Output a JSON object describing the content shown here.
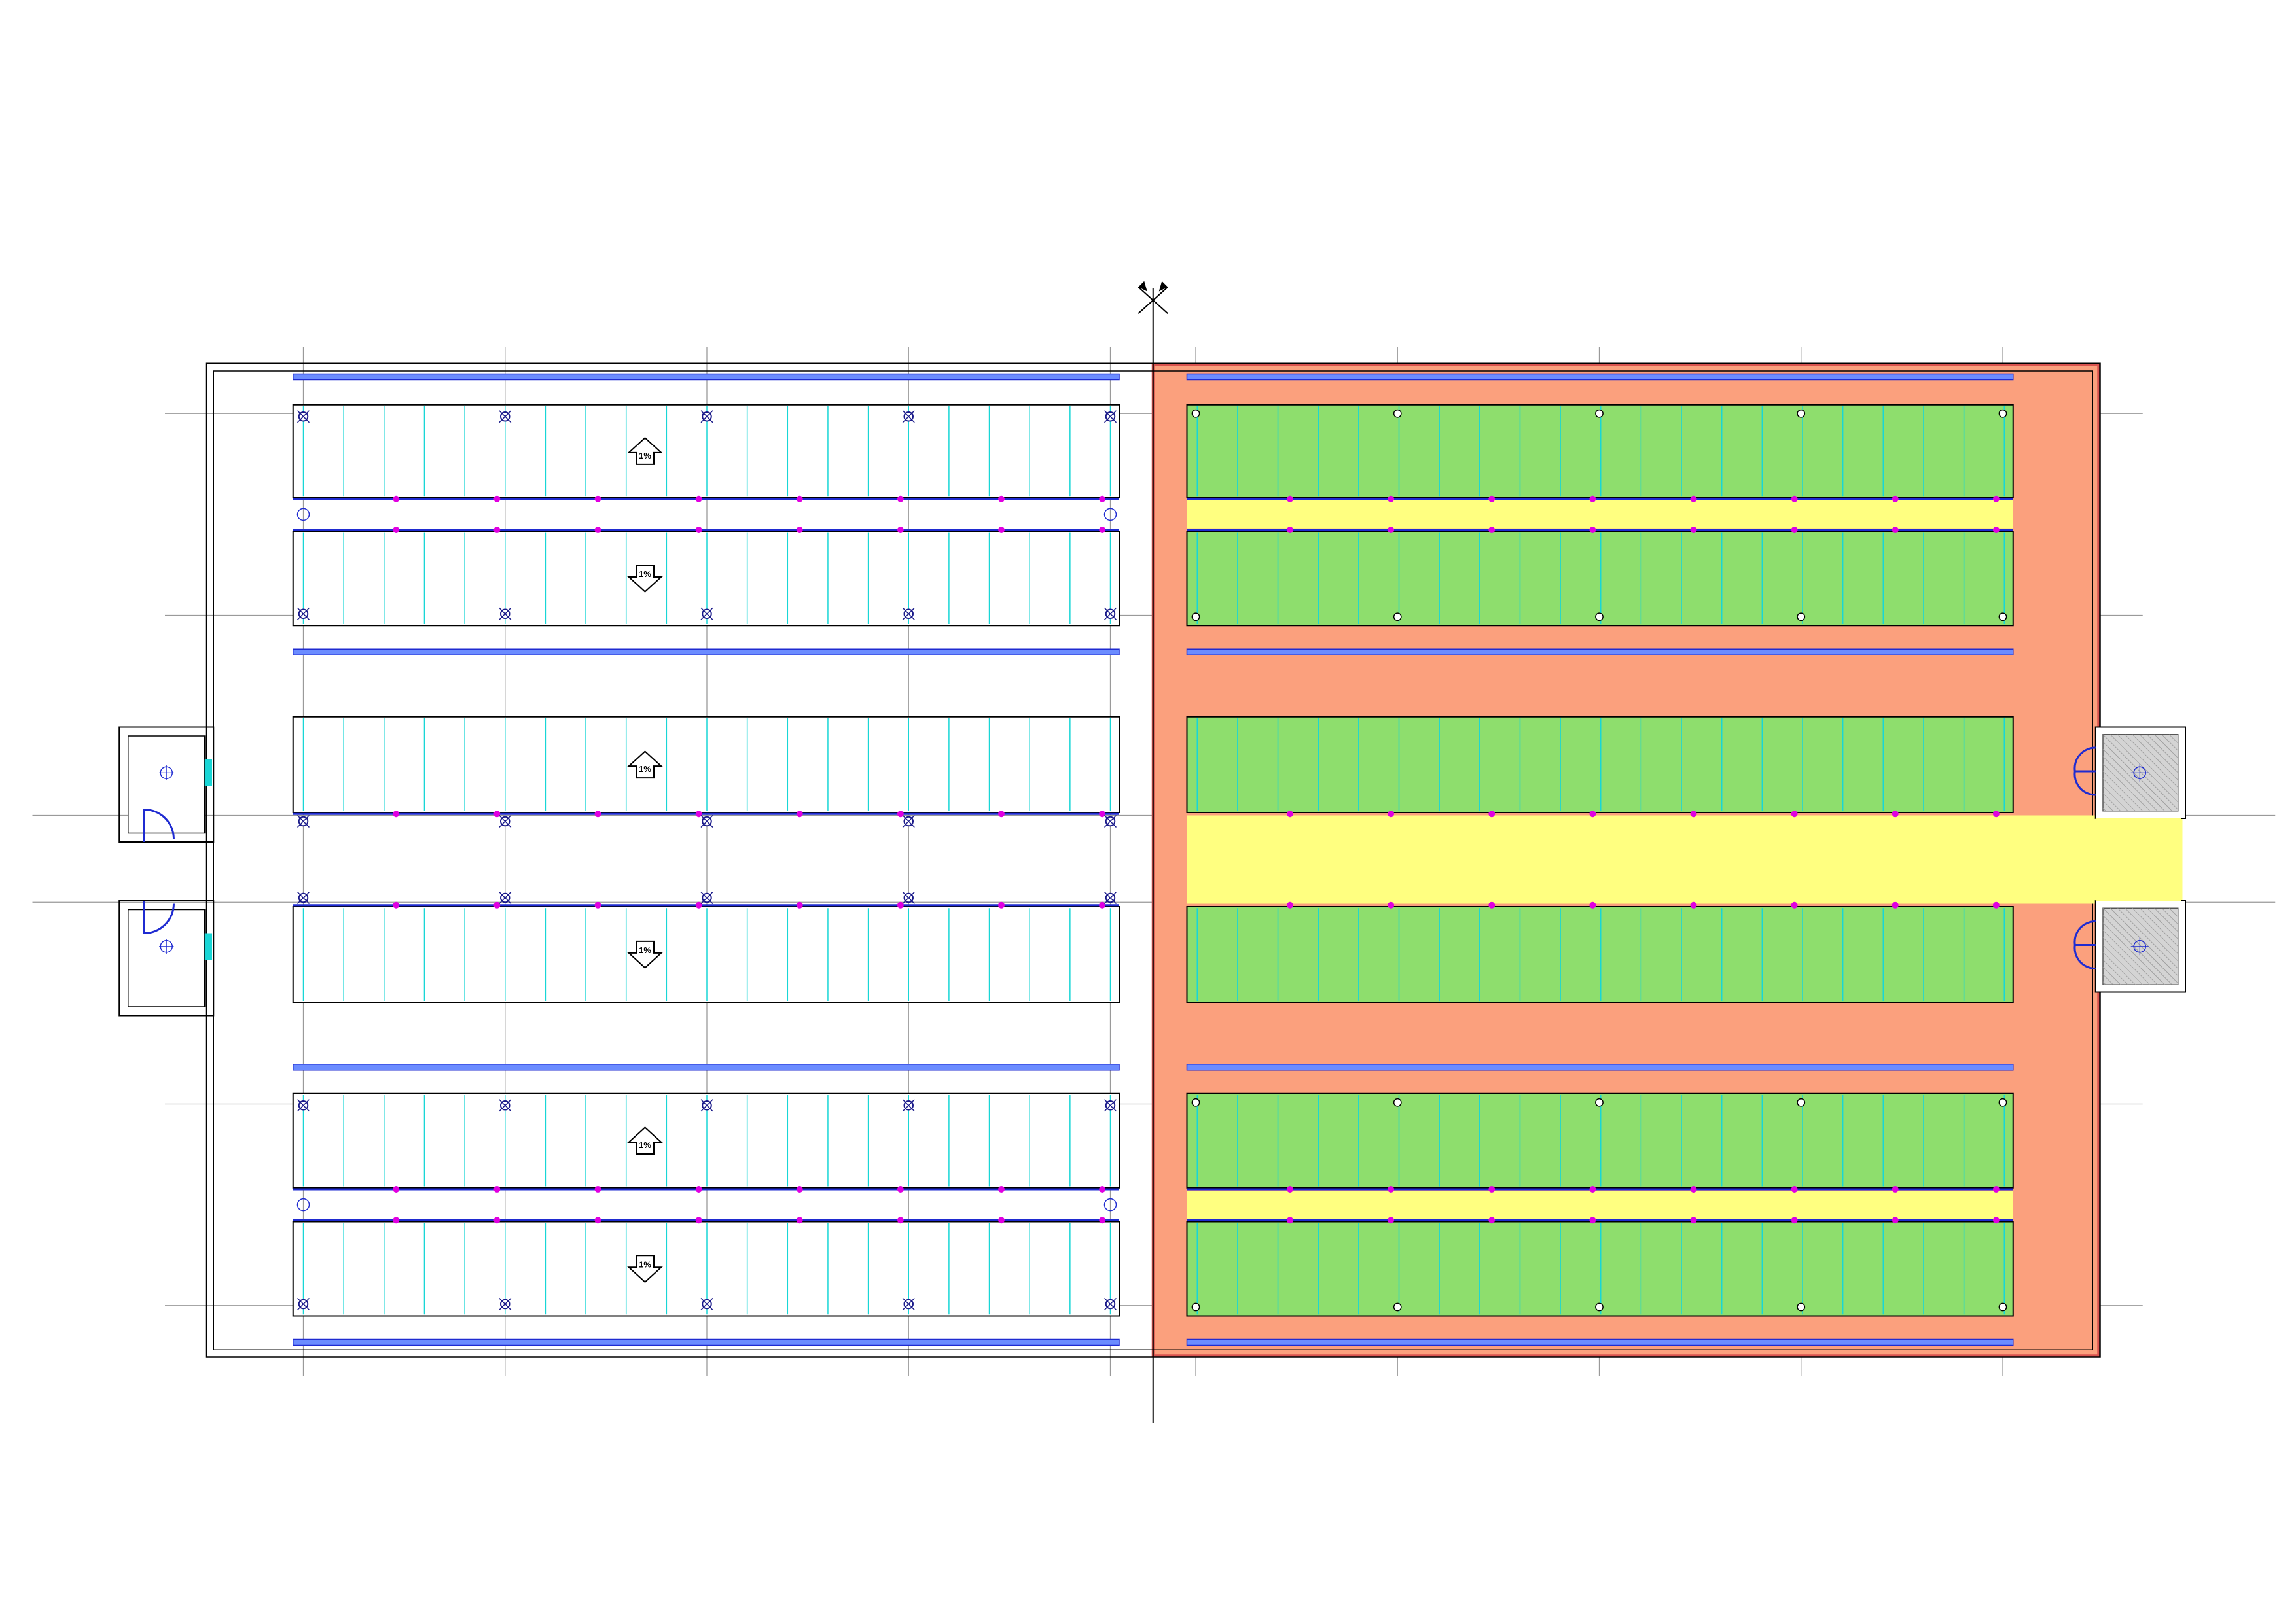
{
  "drawing": {
    "type": "architectural floor plan",
    "section_symbol": "section-cut-marker"
  },
  "colors": {
    "hatch_zone": "#fba07d",
    "hatch_zone_border": "#d9534f",
    "bed": "#8ede6d",
    "aisle": "#ffff80",
    "grid_line": "#9a9a9a",
    "wall": "#000000",
    "cyan_line": "#18d6d6",
    "blue_line": "#1f2bd1",
    "magenta_dot": "#e000e0",
    "annex_fill": "#d4d4d4"
  },
  "bed_labels": [
    "1%",
    "1%",
    "1%",
    "1%",
    "1%",
    "1%"
  ],
  "bed_arrow_directions": [
    "up",
    "down",
    "up",
    "down",
    "up",
    "down"
  ],
  "annexes": {
    "left": [
      "entrance-room-top",
      "entrance-room-bottom"
    ],
    "right": [
      "utility-room-top",
      "utility-room-bottom"
    ]
  }
}
